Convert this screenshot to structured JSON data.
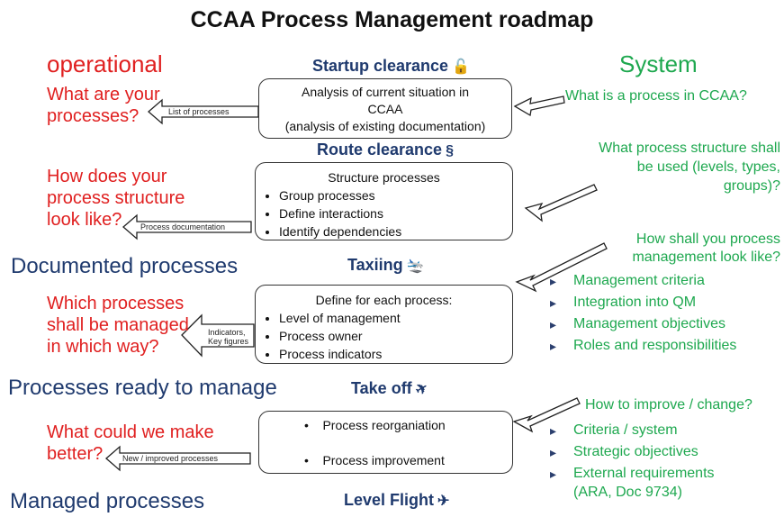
{
  "title": "CCAA Process Management roadmap",
  "colors": {
    "left": "#e02020",
    "right": "#1ea84f",
    "stage": "#1f3a6e"
  },
  "left": {
    "heading": "operational",
    "q1_l1": "What are your",
    "q1_l2": "processes?",
    "q2_l1": "How does your",
    "q2_l2": "process structure",
    "q2_l3": "look like?",
    "milestone1": "Documented processes",
    "q3_l1": "Which processes",
    "q3_l2": "shall be managed",
    "q3_l3": "in which way?",
    "milestone2": "Processes ready to manage",
    "q4_l1": "What could we make",
    "q4_l2": "better?",
    "milestone3": "Managed processes"
  },
  "outputs": {
    "o1": "List of processes",
    "o2": "Process documentation",
    "o3_l1": "Indicators,",
    "o3_l2": "Key figures",
    "o4": "New / improved processes"
  },
  "stages": [
    {
      "label": "Startup clearance",
      "icon": "lock-icon",
      "glyph": "🔓"
    },
    {
      "label": "Route clearance",
      "icon": "route-icon",
      "glyph": "§"
    },
    {
      "label": "Taxiing",
      "icon": "taxi-icon",
      "glyph": "🛬"
    },
    {
      "label": "Take off",
      "icon": "plane-takeoff-icon",
      "glyph": "✈"
    },
    {
      "label": "Level Flight",
      "icon": "plane-icon",
      "glyph": "✈"
    }
  ],
  "boxes": {
    "b1_l1": "Analysis  of current situation in",
    "b1_l2": "CCAA",
    "b1_l3": "(analysis of existing documentation)",
    "b2_head": "Structure processes",
    "b2_items": [
      "Group processes",
      "Define interactions",
      "Identify dependencies"
    ],
    "b3_head": "Define for each process:",
    "b3_items": [
      "Level of management",
      "Process owner",
      "Process indicators"
    ],
    "b4_items": [
      "Process reorganiation",
      "Process improvement"
    ]
  },
  "right": {
    "heading": "System",
    "q1": "What is a process in CCAA?",
    "q2_l1": "What process structure shall",
    "q2_l2": "be used (levels, types,",
    "q2_l3": "groups)?",
    "q3_l1": "How shall you process",
    "q3_l2": "management look like?",
    "q3_items": [
      "Management criteria",
      "Integration into QM",
      "Management objectives",
      "Roles and responsibilities"
    ],
    "q4": "How to improve / change?",
    "q4_items": [
      "Criteria / system",
      "Strategic objectives",
      "External requirements",
      "(ARA, Doc 9734)"
    ]
  }
}
